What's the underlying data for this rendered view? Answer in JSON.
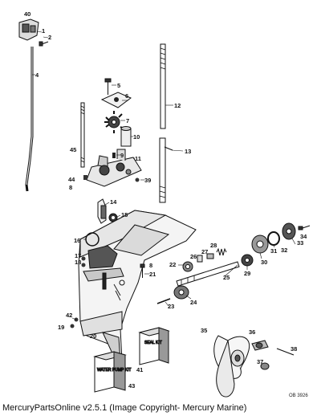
{
  "diagram_code": "OB 3926",
  "footer": "MercuryPartsOnline v2.5.1 (Image Copyright- Mercury Marine)",
  "kit_boxes": {
    "seal_kit": "SEAL KIT",
    "water_pump_kit": "WATER PUMP KIT"
  },
  "callouts": {
    "n1": "1",
    "n2": "2",
    "n4": "4",
    "n5": "5",
    "n6": "6",
    "n7": "7",
    "n8": "8",
    "n8b": "8",
    "n9": "9",
    "n10": "10",
    "n11": "11",
    "n12": "12",
    "n13": "13",
    "n14": "14",
    "n15": "15",
    "n16": "16",
    "n17": "17",
    "n18": "18",
    "n19": "19",
    "n20": "20",
    "n21": "21",
    "n22": "22",
    "n23": "23",
    "n24": "24",
    "n25": "25",
    "n26": "26",
    "n27": "27",
    "n28": "28",
    "n29": "29",
    "n30": "30",
    "n31": "31",
    "n32": "32",
    "n33": "33",
    "n34": "34",
    "n35": "35",
    "n36": "36",
    "n37": "37",
    "n38": "38",
    "n39": "39",
    "n40": "40",
    "n41": "41",
    "n42": "42",
    "n43": "43",
    "n44": "44",
    "n45": "45"
  }
}
